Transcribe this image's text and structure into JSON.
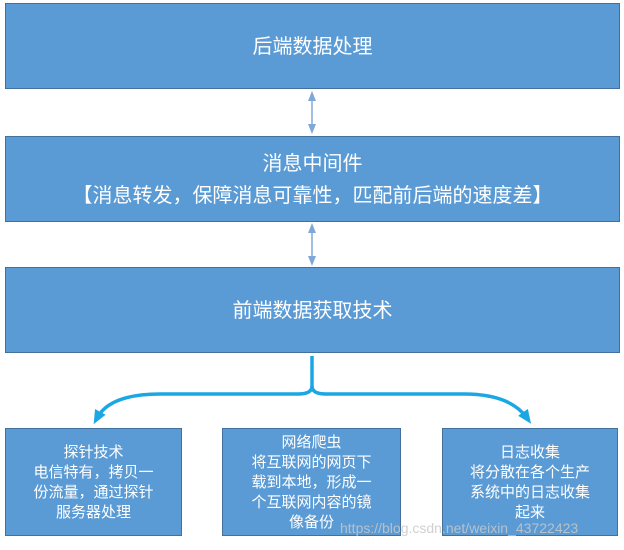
{
  "colors": {
    "box_fill": "#5b9bd5",
    "box_border": "#41719c",
    "arrow_light": "#7fa8d8",
    "arrow_strong": "#1ba7e3"
  },
  "top_box": {
    "title": "后端数据处理"
  },
  "middle_box": {
    "title": "消息中间件",
    "subtitle": "【消息转发，保障消息可靠性，匹配前后端的速度差】"
  },
  "bottom_box": {
    "title": "前端数据获取技术"
  },
  "leaves": [
    {
      "lines": [
        "探针技术",
        "电信特有，拷贝一",
        "份流量，通过探针",
        "服务器处理"
      ]
    },
    {
      "lines": [
        "网络爬虫",
        "将互联网的网页下",
        "载到本地，形成一",
        "个互联网内容的镜",
        "像备份"
      ]
    },
    {
      "lines": [
        "日志收集",
        "将分散在各个生产",
        "系统中的日志收集",
        "起来"
      ]
    }
  ],
  "watermark": "https://blog.csdn.net/weixin_43722423"
}
